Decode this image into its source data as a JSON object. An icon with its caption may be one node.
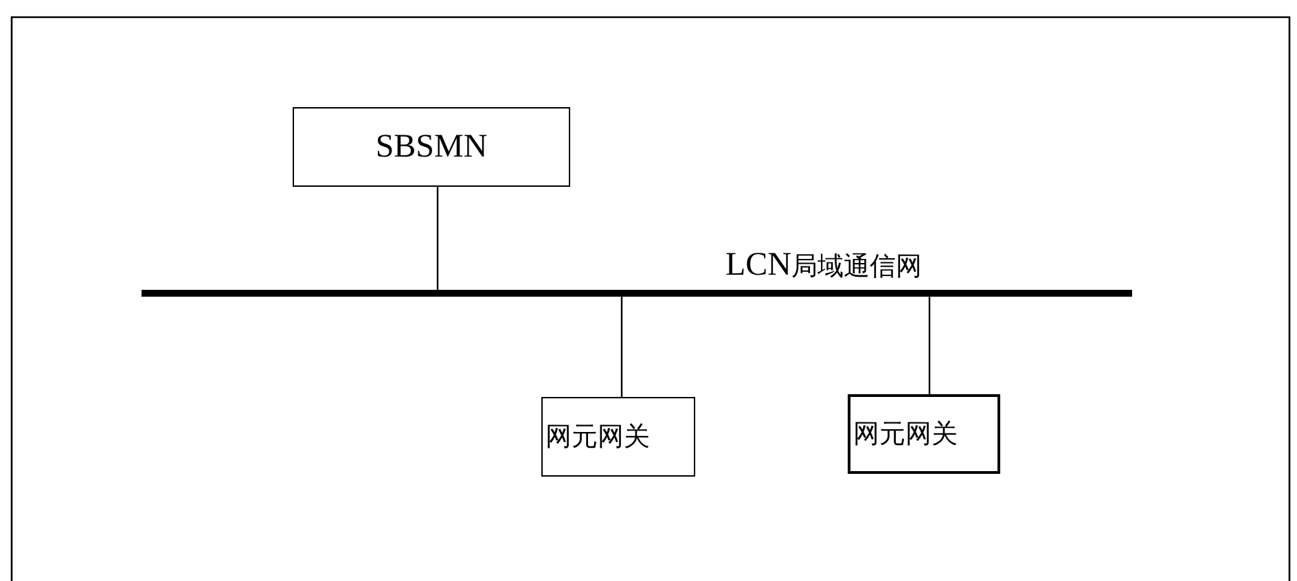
{
  "diagram": {
    "nodes": [
      {
        "text": [
          "SBSMN"
        ]
      },
      {
        "text": [],
        "shape": "bar",
        "beside": [
          "LCN局域通信网"
        ]
      },
      {
        "text": [
          "网元网关"
        ]
      },
      {
        "text": [
          "网元网关"
        ]
      }
    ],
    "edges": [
      {
        "from": 0,
        "to": 1,
        "arrow": "none"
      },
      {
        "from": 1,
        "to": 2,
        "arrow": "none"
      },
      {
        "from": 1,
        "to": 3,
        "arrow": "none"
      }
    ]
  }
}
